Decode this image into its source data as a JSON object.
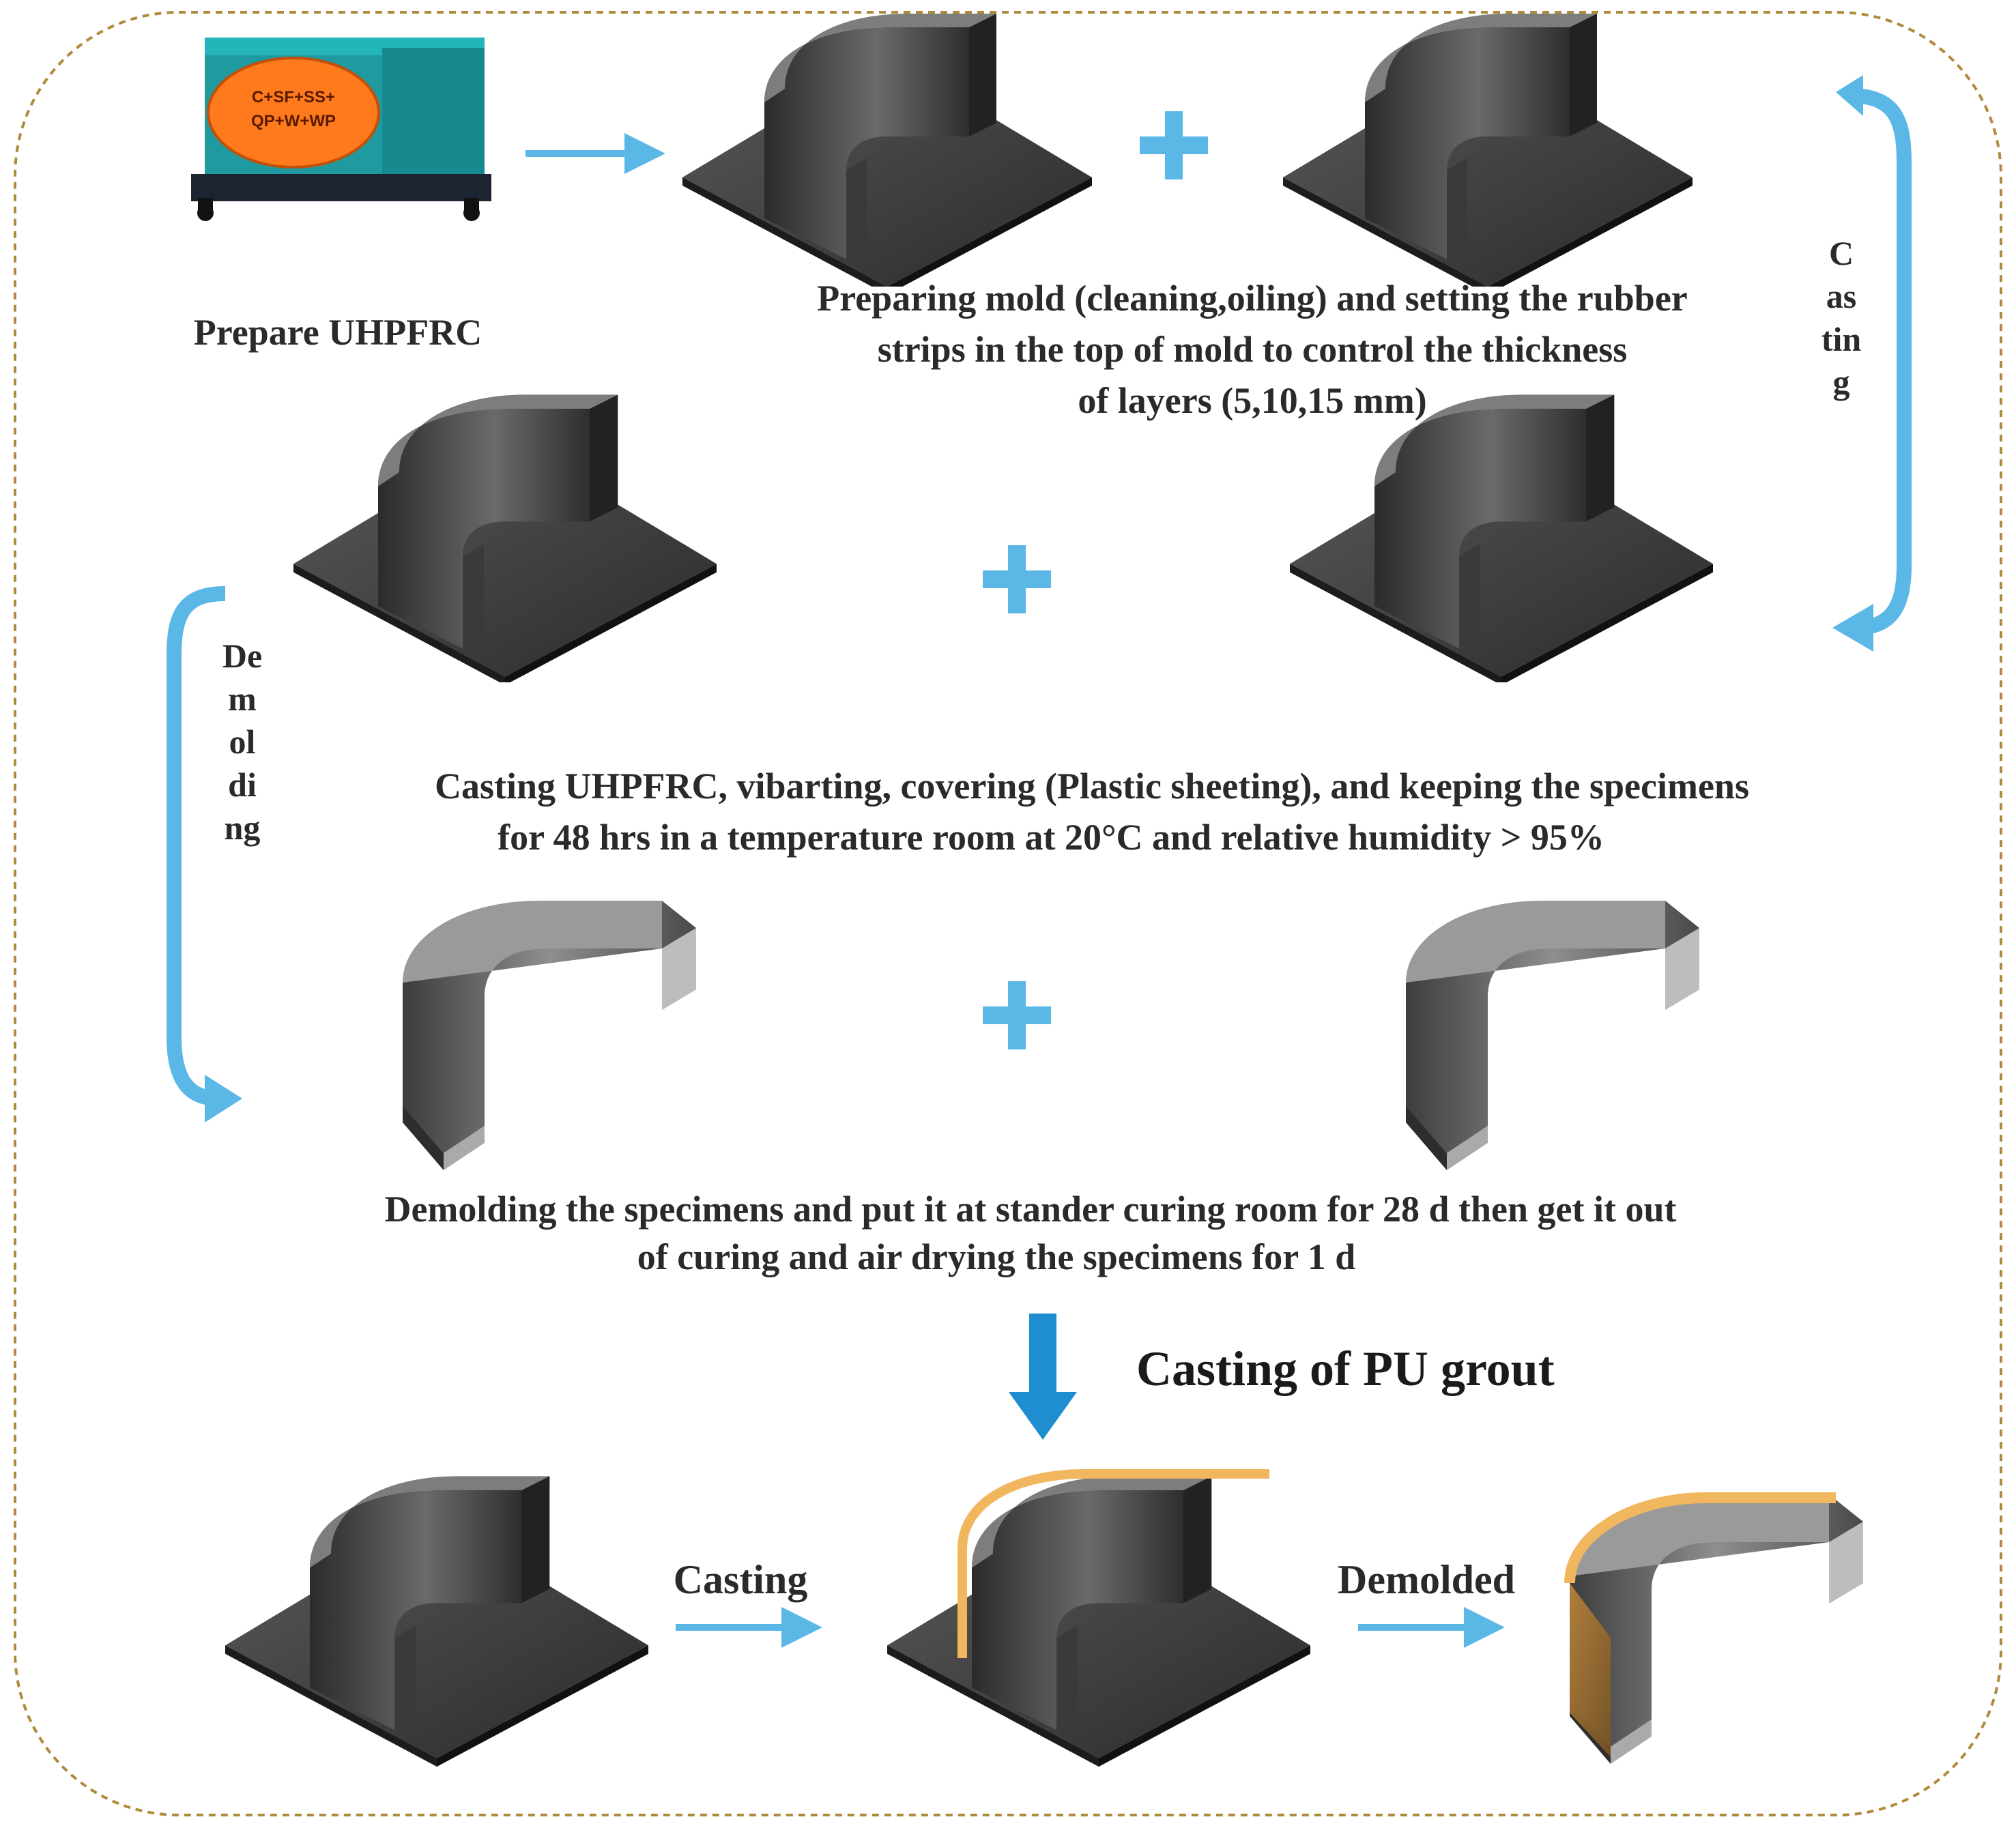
{
  "mixer": {
    "label_line1": "C+SF+SS+",
    "label_line2": "QP+W+WP"
  },
  "steps": {
    "prepare": "Prepare UHPFRC",
    "mold": [
      "Preparing mold (cleaning,oiling) and setting the rubber",
      "strips  in the top of mold  to control  the thickness",
      "of layers (5,10,15 mm)"
    ],
    "cast": [
      "Casting UHPFRC, vibarting, covering (Plastic sheeting), and keeping the specimens",
      "for 48 hrs in a temperature room  at 20°C and relative humidity > 95%"
    ],
    "demold": [
      "Demolding the specimens and put it at stander curing room for 28 d then get it out",
      "of curing and air drying the specimens for 1 d"
    ],
    "pu": "Casting of PU grout",
    "casting_side": "Casting",
    "demolding_side": "Demolding",
    "casting_bottom": "Casting",
    "demolded_bottom": "Demolded"
  },
  "colors": {
    "arrow": "#5bb8e6",
    "arrow_dark": "#1e8ed0",
    "border": "#b08a3c",
    "pu": "#f0b75e",
    "mixer": "#1e9aa0"
  },
  "icons": [
    "plus-icon",
    "arrow-right-icon",
    "arrow-down-icon",
    "curved-arrow-icon"
  ]
}
